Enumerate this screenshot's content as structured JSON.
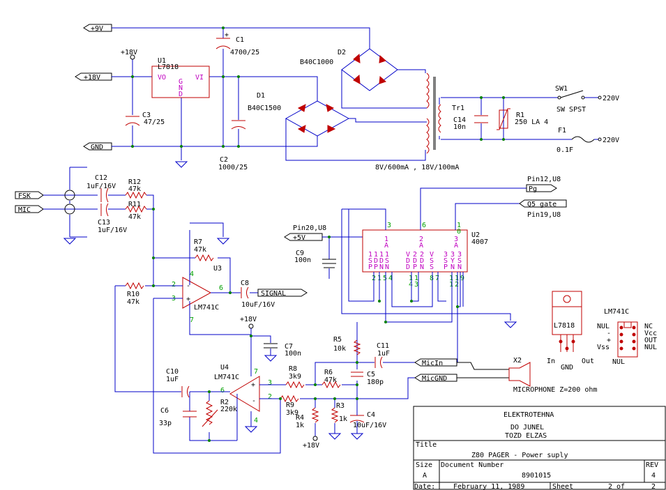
{
  "ports": {
    "p9v": "+9V",
    "p18v": "+18V",
    "gnd": "GND",
    "fsk": "FSK",
    "mic": "MIC",
    "signal": "SIGNAL",
    "plus5v": "+5V",
    "pg": "Pg",
    "q5gate": "Q5 gate",
    "micin": "MicIn",
    "micgnd": "MicGND"
  },
  "labels": {
    "c1": "C1",
    "c1v": "4700/25",
    "d2": "D2",
    "d2v": "B40C1000",
    "u1": "U1",
    "u1v": "L7818",
    "u1vo": "VO",
    "u1vi": "VI",
    "u1gnd": "GND",
    "p18a": "+18V",
    "c3": "C3",
    "c3v": "47/25",
    "d1": "D1",
    "d1v": "B40C1500",
    "c2": "C2",
    "c2v": "1000/25",
    "tr1": "Tr1",
    "c14": "C14",
    "c14v": "10n",
    "r1": "R1",
    "r1v": "250 LA 4",
    "sw1": "SW1",
    "sw1v": "SW SPST",
    "f1": "F1",
    "f1v": "0.1F",
    "v220a": "220V",
    "v220b": "220V",
    "trv": "8V/600mA , 18V/100mA",
    "c12": "C12",
    "c12v": "1uF/16V",
    "r12": "R12",
    "r12v": "47k",
    "r11": "R11",
    "r11v": "47k",
    "c13": "C13",
    "c13v": "1uF/16V",
    "r7": "R7",
    "r7v": "47k",
    "u3": "U3",
    "u3v": "LM741C",
    "r10": "R10",
    "r10v": "47k",
    "c8": "C8",
    "c8v": "10uF/16V",
    "p18b": "+18V",
    "c7": "C7",
    "c7v": "100n",
    "pin20": "Pin20,U8",
    "c9": "C9",
    "c9v": "100n",
    "pin12": "Pin12,U8",
    "pin19": "Pin19,U8",
    "u2": "U2",
    "u2v": "4007",
    "r5": "R5",
    "r5v": "10k",
    "c11": "C11",
    "c11v": "1uF",
    "c10": "C10",
    "c10v": "1uF",
    "u4": "U4",
    "u4v": "LM741C",
    "r8": "R8",
    "r8v": "3k9",
    "r6": "R6",
    "r6v": "47k",
    "c5": "C5",
    "c5v": "180p",
    "r2": "R2",
    "r2v": "220k",
    "c6": "C6",
    "c6v": "33p",
    "r9": "R9",
    "r9v": "3k9",
    "r3": "R3",
    "r3v": "1k",
    "r4": "R4",
    "r4v": "1k",
    "c4": "C4",
    "c4v": "10uF/16V",
    "p18c": "+18V",
    "x2": "X2",
    "micz": "MICROPHONE Z=200 ohm",
    "reg": "L7818",
    "regin": "In",
    "reggnd": "GND",
    "regout": "Out",
    "lm": "LM741C",
    "lmnul1": "NUL",
    "lmm": "-",
    "lmp": "+",
    "lmvss": "Vss",
    "lmnul2": "NUL",
    "lmnc": "NC",
    "lmvcc": "Vcc",
    "lmout": "OUT",
    "lmnul3": "NUL"
  },
  "u2pins": {
    "top": [
      "3",
      "6",
      "1\n0"
    ],
    "tops": [
      "1",
      "2",
      "3"
    ],
    "topa": [
      "A",
      "A",
      "A"
    ],
    "cols": [
      "1\nS\nP",
      "1\nD\nP",
      "1\nD\nN",
      "1\nS\nN",
      "V\nD\nD",
      "2\nD\nP",
      "2\nD\nN",
      "V\nS\nS",
      "3\nS\nP",
      "3\nY\nN",
      "3\nS\nN"
    ],
    "bottom": [
      "2",
      "1",
      "5",
      "4",
      "1\n4",
      "1\n3",
      "8",
      "7",
      "1\n1",
      "1\n2",
      "9"
    ]
  },
  "title_block": {
    "org1": "ELEKTROTEHNA",
    "org2": "DO JUNEL",
    "org3": "TOZD ELZAS",
    "title_lbl": "Title",
    "title": "Z80 PAGER - Power suply",
    "size_lbl": "Size",
    "size": "A",
    "docnum_lbl": "Document Number",
    "docnum": "8901015",
    "rev_lbl": "REV",
    "rev": "4",
    "date_lbl": "Date:",
    "date": "February 11, 1989",
    "sheet_lbl": "Sheet",
    "sheet": "2 of",
    "sheet_total": "2"
  }
}
